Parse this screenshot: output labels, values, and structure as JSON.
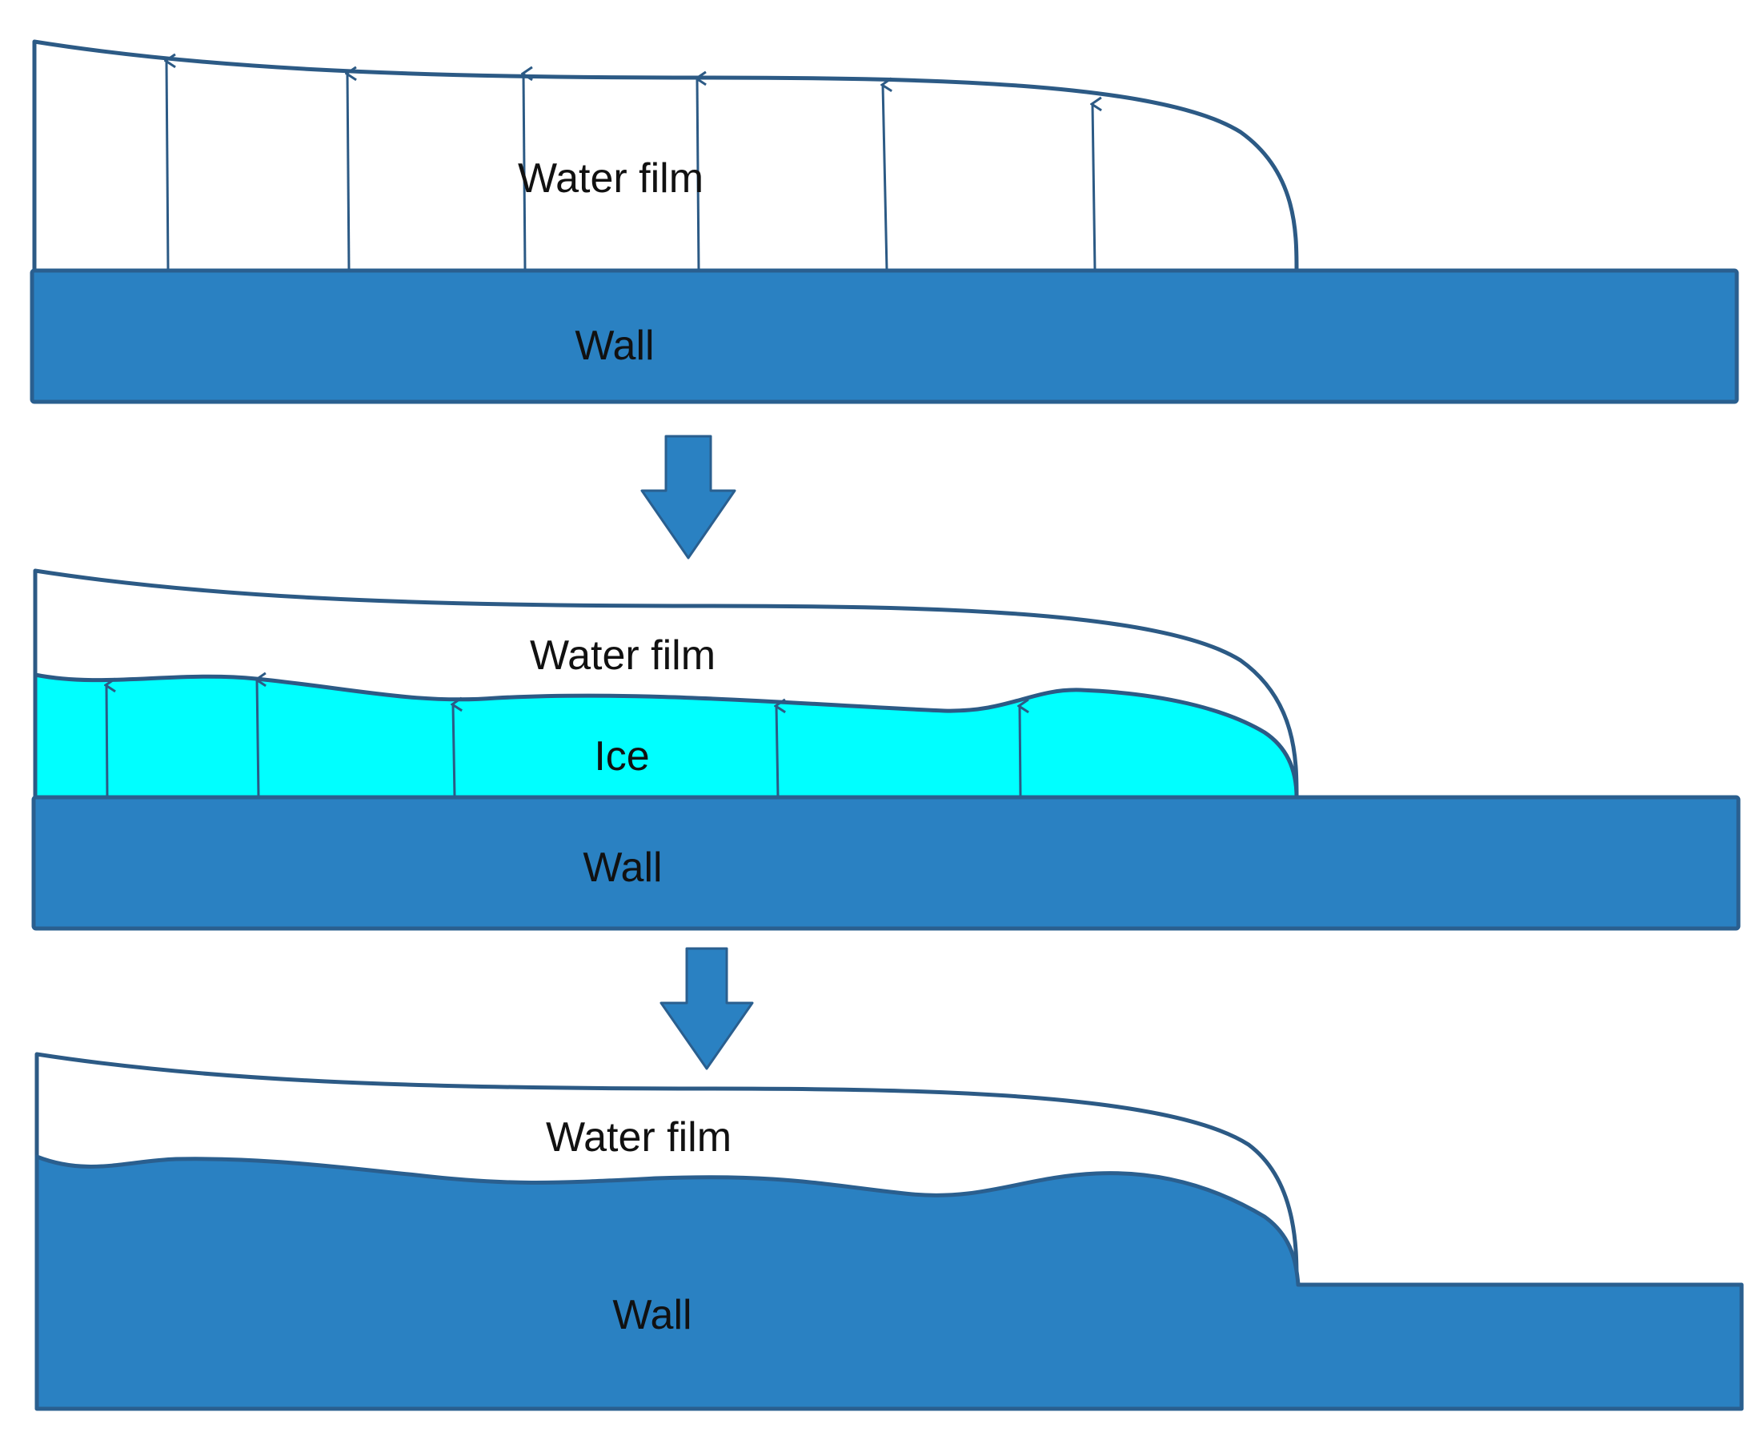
{
  "stages": [
    {
      "water_label": "Water film",
      "wall_label": "Wall"
    },
    {
      "water_label": "Water film",
      "ice_label": "Ice",
      "wall_label": "Wall"
    },
    {
      "water_label": "Water film",
      "wall_label": "Wall"
    }
  ],
  "colors": {
    "wall_fill": "#2A81C2",
    "wall_stroke": "#2A5F8F",
    "outline": "#2C5A85",
    "ice_fill": "#00FFFF",
    "background": "#FFFFFF"
  }
}
